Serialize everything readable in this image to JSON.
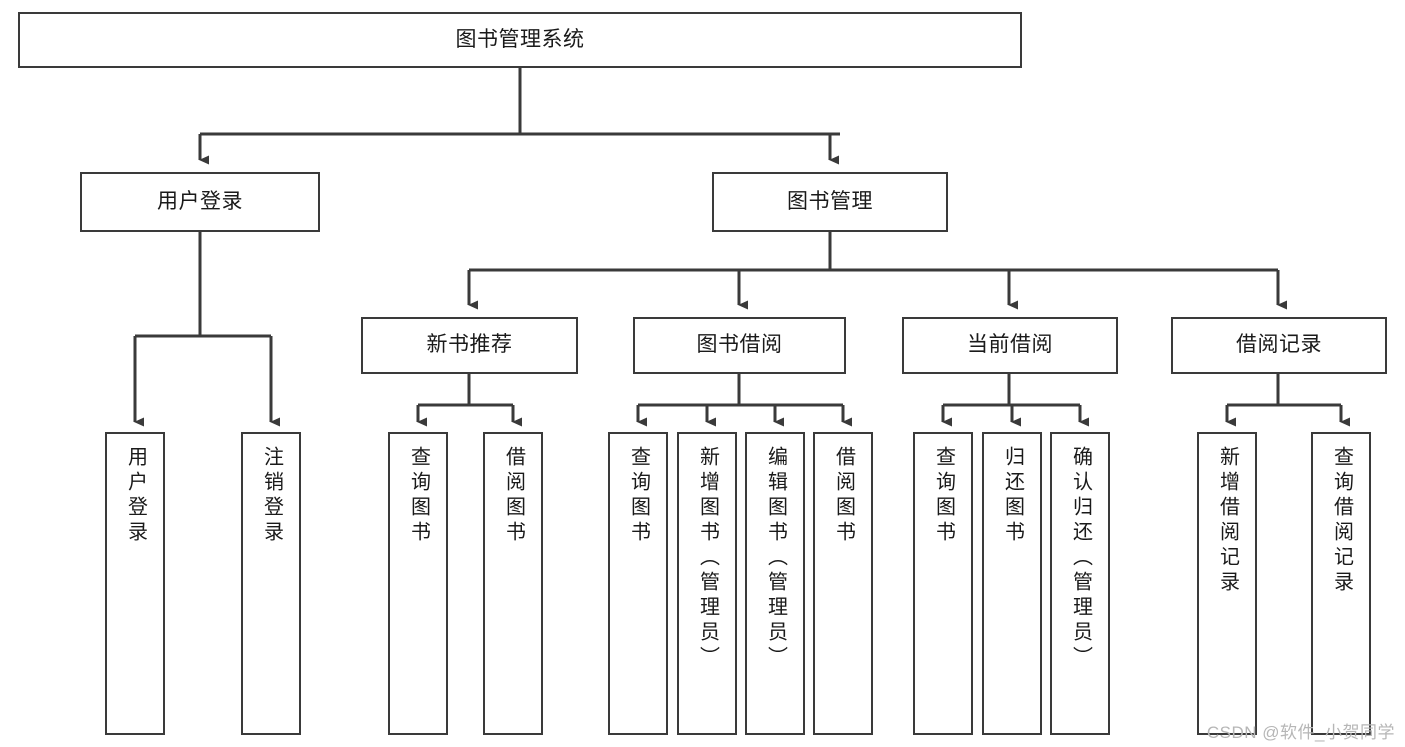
{
  "diagram": {
    "type": "tree-hierarchy",
    "title": "图书管理系统",
    "root": {
      "id": "root",
      "label": "图书管理系统",
      "orientation": "horizontal"
    },
    "level1": [
      {
        "id": "user-login",
        "label": "用户登录",
        "orientation": "horizontal"
      },
      {
        "id": "book-management",
        "label": "图书管理",
        "orientation": "horizontal"
      }
    ],
    "level2": [
      {
        "id": "new-book-recommend",
        "label": "新书推荐",
        "parent": "book-management",
        "orientation": "horizontal"
      },
      {
        "id": "book-borrow",
        "label": "图书借阅",
        "parent": "book-management",
        "orientation": "horizontal"
      },
      {
        "id": "current-borrow",
        "label": "当前借阅",
        "parent": "book-management",
        "orientation": "horizontal"
      },
      {
        "id": "borrow-record",
        "label": "借阅记录",
        "parent": "book-management",
        "orientation": "horizontal"
      }
    ],
    "leaves": [
      {
        "id": "leaf-user-login",
        "label": "用户登录",
        "parent": "user-login",
        "orientation": "vertical"
      },
      {
        "id": "leaf-user-logout",
        "label": "注销登录",
        "parent": "user-login",
        "orientation": "vertical"
      },
      {
        "id": "leaf-query-book-1",
        "label": "查询图书",
        "parent": "new-book-recommend",
        "orientation": "vertical"
      },
      {
        "id": "leaf-borrow-book-1",
        "label": "借阅图书",
        "parent": "new-book-recommend",
        "orientation": "vertical"
      },
      {
        "id": "leaf-query-book-2",
        "label": "查询图书",
        "parent": "book-borrow",
        "orientation": "vertical"
      },
      {
        "id": "leaf-add-book",
        "label": "新增图书（管理员）",
        "parent": "book-borrow",
        "orientation": "vertical"
      },
      {
        "id": "leaf-edit-book",
        "label": "编辑图书（管理员）",
        "parent": "book-borrow",
        "orientation": "vertical"
      },
      {
        "id": "leaf-borrow-book-2",
        "label": "借阅图书",
        "parent": "book-borrow",
        "orientation": "vertical"
      },
      {
        "id": "leaf-query-book-3",
        "label": "查询图书",
        "parent": "current-borrow",
        "orientation": "vertical"
      },
      {
        "id": "leaf-return-book",
        "label": "归还图书",
        "parent": "current-borrow",
        "orientation": "vertical"
      },
      {
        "id": "leaf-confirm-return",
        "label": "确认归还（管理员）",
        "parent": "current-borrow",
        "orientation": "vertical"
      },
      {
        "id": "leaf-add-record",
        "label": "新增借阅记录",
        "parent": "borrow-record",
        "orientation": "vertical"
      },
      {
        "id": "leaf-query-record",
        "label": "查询借阅记录",
        "parent": "borrow-record",
        "orientation": "vertical"
      }
    ],
    "colors": {
      "stroke": "#3a3a3a",
      "fill": "#ffffff",
      "text": "#1a1a1a",
      "watermark": "#b6b6b6"
    }
  },
  "watermark": {
    "text": "CSDN @软件_小贺同学"
  }
}
